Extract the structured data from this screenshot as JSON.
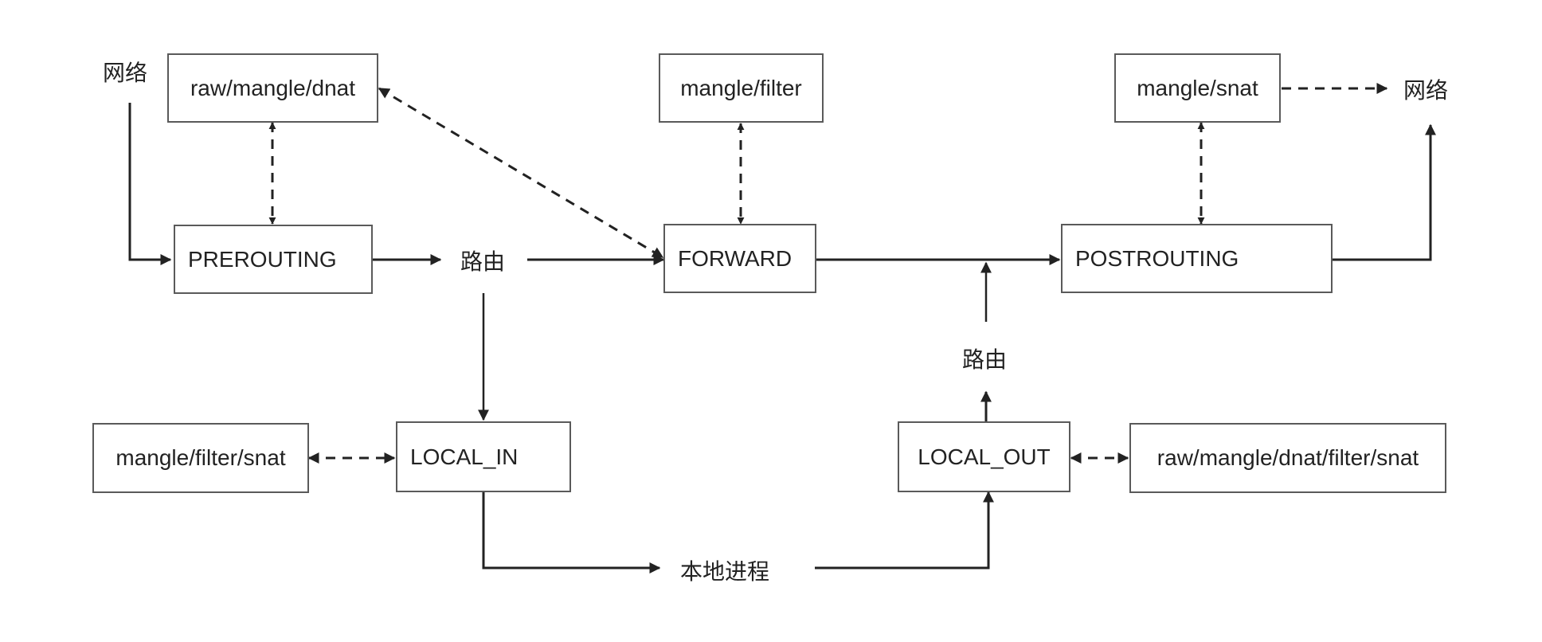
{
  "title": "Netfilter packet flow",
  "nodes": {
    "raw_mangle_dnat": "raw/mangle/dnat",
    "mangle_filter": "mangle/filter",
    "mangle_snat": "mangle/snat",
    "prerouting": "PREROUTING",
    "forward": "FORWARD",
    "postrouting": "POSTROUTING",
    "mangle_filter_snat": "mangle/filter/snat",
    "local_in": "LOCAL_IN",
    "local_out": "LOCAL_OUT",
    "raw_mangle_dnat_filter_snat": "raw/mangle/dnat/filter/snat"
  },
  "labels": {
    "network_in": "网络",
    "network_out": "网络",
    "routing_1": "路由",
    "routing_2": "路由",
    "local_process": "本地进程"
  },
  "edges": [
    {
      "from": "network_in",
      "to": "prerouting",
      "style": "solid"
    },
    {
      "from": "prerouting",
      "to": "routing_1",
      "style": "solid"
    },
    {
      "from": "routing_1",
      "to": "forward",
      "style": "solid"
    },
    {
      "from": "routing_1",
      "to": "local_in",
      "style": "solid"
    },
    {
      "from": "forward",
      "to": "postrouting",
      "style": "solid"
    },
    {
      "from": "postrouting",
      "to": "network_out",
      "style": "solid"
    },
    {
      "from": "local_in",
      "to": "local_process",
      "style": "solid"
    },
    {
      "from": "local_process",
      "to": "local_out",
      "style": "solid"
    },
    {
      "from": "local_out",
      "to": "routing_2",
      "style": "solid"
    },
    {
      "from": "routing_2",
      "to": "postrouting",
      "style": "solid"
    },
    {
      "from": "raw_mangle_dnat",
      "to": "prerouting",
      "style": "dashed",
      "bidirectional": true
    },
    {
      "from": "raw_mangle_dnat",
      "to": "forward",
      "style": "dashed",
      "bidirectional": true
    },
    {
      "from": "mangle_filter",
      "to": "forward",
      "style": "dashed",
      "bidirectional": true
    },
    {
      "from": "mangle_snat",
      "to": "postrouting",
      "style": "dashed",
      "bidirectional": true
    },
    {
      "from": "mangle_snat",
      "to": "network_out",
      "style": "dashed"
    },
    {
      "from": "mangle_filter_snat",
      "to": "local_in",
      "style": "dashed",
      "bidirectional": true
    },
    {
      "from": "local_out",
      "to": "raw_mangle_dnat_filter_snat",
      "style": "dashed",
      "bidirectional": true
    }
  ],
  "colors": {
    "line": "#222222",
    "border": "#5a5a5a",
    "text": "#222222"
  }
}
